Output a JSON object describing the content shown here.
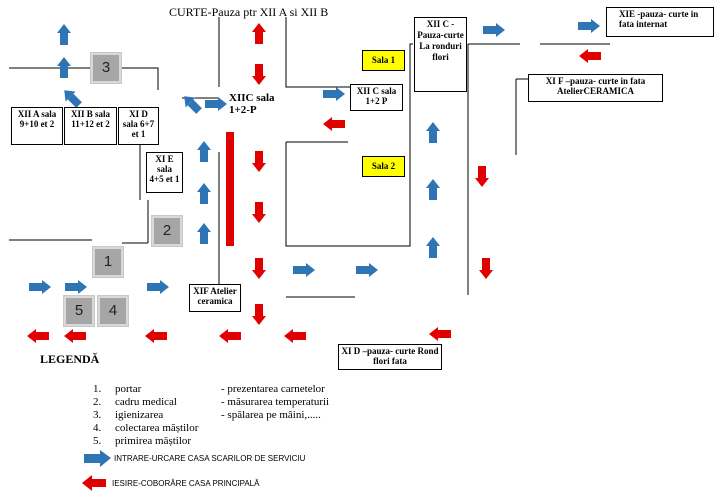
{
  "title": "CURTE-Pauza ptr XII A si XII B",
  "rooms": {
    "xiia": "XII A sala 9+10 et 2",
    "xiib": "XII B sala 11+12 et 2",
    "xid": "XI D sala 6+7 et 1",
    "xiic_main": "XIIC sala 1+2-P",
    "xie_box": "XI E sala 4+5 et 1",
    "xiic_pauza": "XII C -Pauza-curte La ronduri flori",
    "xiic_sala": "XII C sala 1+2 P",
    "sala1": "Sala 1",
    "sala2": "Sala 2",
    "xie_pauza": "XIE -pauza- curte in fata internat",
    "xif_pauza": "XI F –pauza- curte in fata AtelierCERAMICA",
    "xif_atelier": "XIF Atelier ceramica",
    "xid_pauza": "XI D –pauza- curte Rond flori fata"
  },
  "markers": [
    "1",
    "2",
    "3",
    "4",
    "5"
  ],
  "legend": {
    "title": "LEGENDĂ",
    "items": [
      {
        "num": "1.",
        "label": "portar",
        "action": "- prezentarea carnetelor"
      },
      {
        "num": "2.",
        "label": "cadru medical",
        "action": "- măsurarea temperaturii"
      },
      {
        "num": "3.",
        "label": "igienizarea",
        "action": "- spălarea pe mâini,....."
      },
      {
        "num": "4.",
        "label": "colectarea măștilor",
        "action": ""
      },
      {
        "num": "5.",
        "label": "primirea măștilor",
        "action": ""
      }
    ],
    "blue_label": "INTRARE-URCARE CASA SCARILOR DE SERVICIU",
    "red_label": "IESIRE-COBORÂRE CASA PRINCIPALĂ"
  },
  "colors": {
    "entry": "#2e75b6",
    "exit": "#e00000",
    "marker": "#a6a6a6",
    "highlight": "#ffff00"
  }
}
